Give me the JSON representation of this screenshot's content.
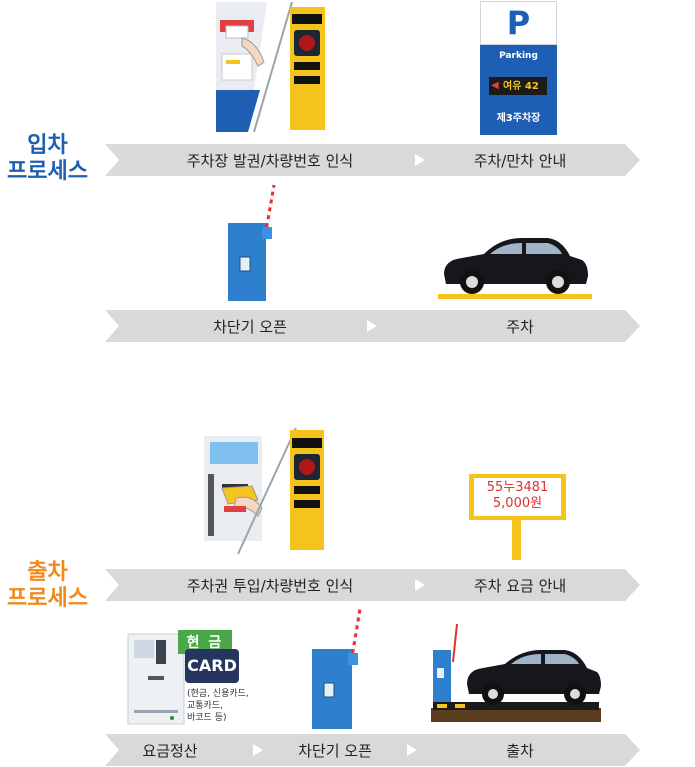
{
  "sections": [
    {
      "id": "entry",
      "label_line1": "입차",
      "label_line2": "프로세스",
      "color": "#1f5fb3",
      "rows": [
        {
          "steps": [
            "주차장 발권/차량번호 인식",
            "주차/만차 안내"
          ]
        },
        {
          "steps": [
            "차단기 오픈",
            "주차"
          ]
        }
      ]
    },
    {
      "id": "exit",
      "label_line1": "출차",
      "label_line2": "프로세스",
      "color": "#f08a1c",
      "rows": [
        {
          "steps": [
            "주차권 투입/차량번호 인식",
            "주차 요금 안내"
          ]
        },
        {
          "steps": [
            "요금정산",
            "차단기 오픈",
            "출차"
          ]
        }
      ]
    }
  ],
  "parking_sign": {
    "letter": "P",
    "label": "Parking",
    "vacancy": "여유 42",
    "lot_name": "제3주차장"
  },
  "fee_sign": {
    "plate": "55누3481",
    "fee": "5,000원"
  },
  "payment_machine": {
    "cash_label": "현 금",
    "card_label": "CARD",
    "note": "(현금, 신용카드,\n교통카드,\n바코드 등)"
  },
  "colors": {
    "entry_accent": "#1f5fb3",
    "exit_accent": "#f08a1c",
    "band": "#d9d9d9",
    "pole_yellow": "#f5c41c",
    "gate_blue": "#2f7fcf"
  }
}
